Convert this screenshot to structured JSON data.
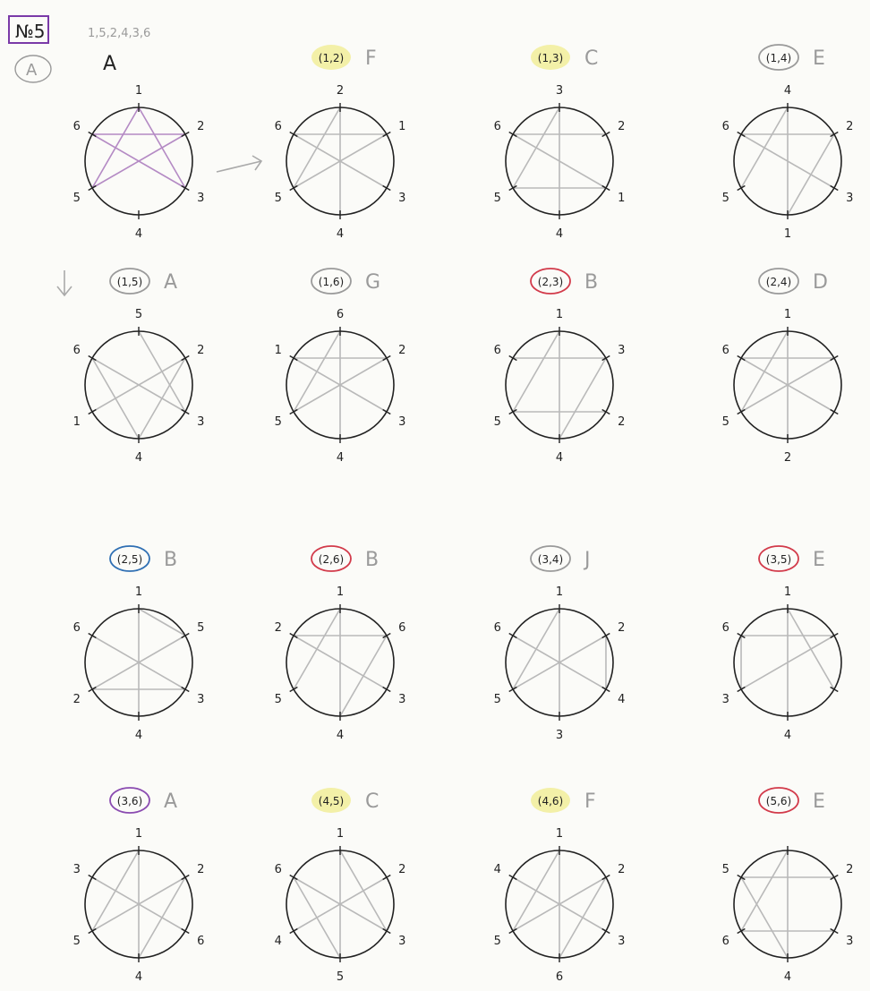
{
  "header": {
    "number_label": "№5",
    "sequence": "1,5,2,4,3,6",
    "circled_letter": "A"
  },
  "diagrams": [
    {
      "pair": "",
      "letter": "A",
      "labels": [
        "1",
        "2",
        "3",
        "4",
        "5",
        "6"
      ],
      "chords": [
        [
          0,
          2
        ],
        [
          0,
          4
        ],
        [
          1,
          5
        ],
        [
          1,
          4
        ],
        [
          5,
          2
        ]
      ],
      "chord_color": "#b48ac4"
    },
    {
      "pair": "(1,2)",
      "letter": "F",
      "mark": "yellow",
      "labels": [
        "2",
        "1",
        "3",
        "4",
        "5",
        "6"
      ],
      "chords": [
        [
          0,
          3
        ],
        [
          0,
          4
        ],
        [
          1,
          5
        ],
        [
          2,
          5
        ],
        [
          1,
          4
        ]
      ],
      "chord_color": "#b9b9b9"
    },
    {
      "pair": "(1,3)",
      "letter": "C",
      "mark": "yellow",
      "labels": [
        "3",
        "2",
        "1",
        "4",
        "5",
        "6"
      ],
      "chords": [
        [
          0,
          3
        ],
        [
          1,
          5
        ],
        [
          2,
          4
        ],
        [
          5,
          2
        ],
        [
          0,
          4
        ]
      ],
      "chord_color": "#b9b9b9"
    },
    {
      "pair": "(1,4)",
      "letter": "E",
      "mark": "pencil",
      "labels": [
        "4",
        "2",
        "3",
        "1",
        "5",
        "6"
      ],
      "chords": [
        [
          0,
          4
        ],
        [
          1,
          5
        ],
        [
          5,
          2
        ],
        [
          1,
          3
        ],
        [
          0,
          3
        ]
      ],
      "chord_color": "#b9b9b9"
    },
    {
      "pair": "(1,5)",
      "letter": "A",
      "mark": "pencil",
      "labels": [
        "5",
        "2",
        "3",
        "4",
        "1",
        "6"
      ],
      "chords": [
        [
          0,
          2
        ],
        [
          1,
          4
        ],
        [
          5,
          2
        ],
        [
          1,
          3
        ],
        [
          5,
          3
        ]
      ],
      "chord_color": "#b9b9b9"
    },
    {
      "pair": "(1,6)",
      "letter": "G",
      "mark": "pencil",
      "labels": [
        "6",
        "2",
        "3",
        "4",
        "5",
        "1"
      ],
      "chords": [
        [
          0,
          3
        ],
        [
          1,
          4
        ],
        [
          5,
          2
        ],
        [
          1,
          5
        ],
        [
          0,
          4
        ]
      ],
      "chord_color": "#b9b9b9"
    },
    {
      "pair": "(2,3)",
      "letter": "B",
      "mark": "red",
      "labels": [
        "1",
        "3",
        "2",
        "4",
        "5",
        "6"
      ],
      "chords": [
        [
          5,
          1
        ],
        [
          2,
          4
        ],
        [
          0,
          3
        ],
        [
          0,
          4
        ],
        [
          1,
          3
        ]
      ],
      "chord_color": "#b9b9b9"
    },
    {
      "pair": "(2,4)",
      "letter": "D",
      "mark": "pencil",
      "labels": [
        "1",
        "",
        "",
        "2",
        "5",
        "6"
      ],
      "chords": [
        [
          0,
          3
        ],
        [
          1,
          5
        ],
        [
          2,
          5
        ],
        [
          0,
          4
        ],
        [
          1,
          4
        ]
      ],
      "chord_color": "#b9b9b9"
    },
    {
      "pair": "(2,5)",
      "letter": "B",
      "mark": "blue",
      "labels": [
        "1",
        "5",
        "3",
        "4",
        "2",
        "6"
      ],
      "chords": [
        [
          0,
          1
        ],
        [
          5,
          2
        ],
        [
          4,
          1
        ],
        [
          0,
          3
        ],
        [
          4,
          2
        ]
      ],
      "chord_color": "#b9b9b9"
    },
    {
      "pair": "(2,6)",
      "letter": "B",
      "mark": "red",
      "labels": [
        "1",
        "6",
        "3",
        "4",
        "5",
        "2"
      ],
      "chords": [
        [
          0,
          4
        ],
        [
          5,
          1
        ],
        [
          5,
          2
        ],
        [
          1,
          3
        ],
        [
          0,
          3
        ]
      ],
      "chord_color": "#b9b9b9"
    },
    {
      "pair": "(3,4)",
      "letter": "J",
      "mark": "pencil",
      "labels": [
        "1",
        "2",
        "4",
        "3",
        "5",
        "6"
      ],
      "chords": [
        [
          0,
          3
        ],
        [
          1,
          2
        ],
        [
          5,
          2
        ],
        [
          0,
          4
        ],
        [
          1,
          4
        ]
      ],
      "chord_color": "#b9b9b9"
    },
    {
      "pair": "(3,5)",
      "letter": "E",
      "mark": "red",
      "labels": [
        "1",
        "",
        "",
        "4",
        "3",
        "6"
      ],
      "chords": [
        [
          0,
          2
        ],
        [
          4,
          1
        ],
        [
          5,
          4
        ],
        [
          0,
          3
        ],
        [
          1,
          5
        ]
      ],
      "chord_color": "#b9b9b9"
    },
    {
      "pair": "(3,6)",
      "letter": "A",
      "mark": "purple",
      "labels": [
        "1",
        "2",
        "6",
        "4",
        "5",
        "3"
      ],
      "chords": [
        [
          0,
          3
        ],
        [
          5,
          2
        ],
        [
          1,
          4
        ],
        [
          0,
          4
        ],
        [
          1,
          3
        ]
      ],
      "chord_color": "#b9b9b9"
    },
    {
      "pair": "(4,5)",
      "letter": "C",
      "mark": "yellow",
      "labels": [
        "1",
        "2",
        "3",
        "5",
        "4",
        "6"
      ],
      "chords": [
        [
          0,
          3
        ],
        [
          1,
          4
        ],
        [
          5,
          2
        ],
        [
          0,
          2
        ],
        [
          5,
          3
        ]
      ],
      "chord_color": "#b9b9b9"
    },
    {
      "pair": "(4,6)",
      "letter": "F",
      "mark": "yellow",
      "labels": [
        "1",
        "2",
        "3",
        "6",
        "5",
        "4"
      ],
      "chords": [
        [
          0,
          4
        ],
        [
          5,
          2
        ],
        [
          1,
          3
        ],
        [
          0,
          3
        ],
        [
          1,
          4
        ]
      ],
      "chord_color": "#b9b9b9"
    },
    {
      "pair": "(5,6)",
      "letter": "E",
      "mark": "red",
      "labels": [
        "",
        "2",
        "3",
        "4",
        "6",
        "5"
      ],
      "chords": [
        [
          5,
          1
        ],
        [
          4,
          2
        ],
        [
          0,
          3
        ],
        [
          0,
          4
        ],
        [
          5,
          3
        ]
      ],
      "chord_color": "#b9b9b9"
    }
  ],
  "colors": {
    "ink": "#222222",
    "red": "#d23a4a",
    "blue": "#2f6fb3",
    "purple": "#8a4bb0",
    "yellow": "#f3f0a8",
    "pencil": "#9a9a9a"
  }
}
